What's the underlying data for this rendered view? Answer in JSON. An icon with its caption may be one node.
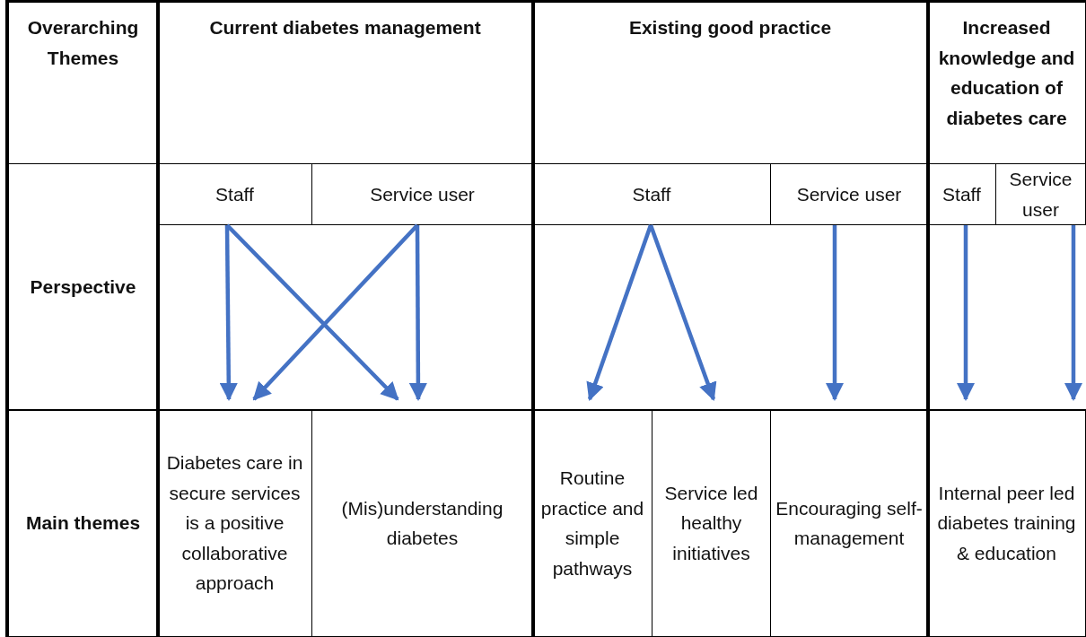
{
  "diagram": {
    "nodes": [
      {
        "text": [
          "Overarching Themes"
        ]
      },
      {
        "text": [
          "Current diabetes management"
        ]
      },
      {
        "text": [
          "Existing good practice"
        ]
      },
      {
        "text": [
          "Increased knowledge and education of diabetes care"
        ]
      },
      {
        "text": [
          "Perspective"
        ]
      },
      {
        "text": [
          "Staff"
        ]
      },
      {
        "text": [
          "Service user"
        ]
      },
      {
        "text": [
          "Staff"
        ]
      },
      {
        "text": [
          "Service user"
        ]
      },
      {
        "text": [
          "Staff"
        ]
      },
      {
        "text": [
          "Service user"
        ]
      },
      {
        "text": [
          "Main themes"
        ]
      },
      {
        "text": [
          "Diabetes care in secure services is a positive collaborative approach"
        ]
      },
      {
        "text": [
          "(Mis)understanding diabetes"
        ]
      },
      {
        "text": [
          "Routine practice and simple pathways"
        ]
      },
      {
        "text": [
          "Service led healthy initiatives"
        ]
      },
      {
        "text": [
          "Encouraging self-management"
        ]
      },
      {
        "text": [
          "Internal peer led diabetes training & education"
        ]
      }
    ],
    "edges": [
      {
        "from": 5,
        "to": 12,
        "arrow": "to"
      },
      {
        "from": 5,
        "to": 13,
        "arrow": "to"
      },
      {
        "from": 6,
        "to": 12,
        "arrow": "to"
      },
      {
        "from": 6,
        "to": 13,
        "arrow": "to"
      },
      {
        "from": 7,
        "to": 14,
        "arrow": "to"
      },
      {
        "from": 7,
        "to": 15,
        "arrow": "to"
      },
      {
        "from": 8,
        "to": 16,
        "arrow": "to"
      },
      {
        "from": 9,
        "to": 17,
        "arrow": "to"
      },
      {
        "from": 10,
        "to": 17,
        "arrow": "to"
      }
    ]
  }
}
